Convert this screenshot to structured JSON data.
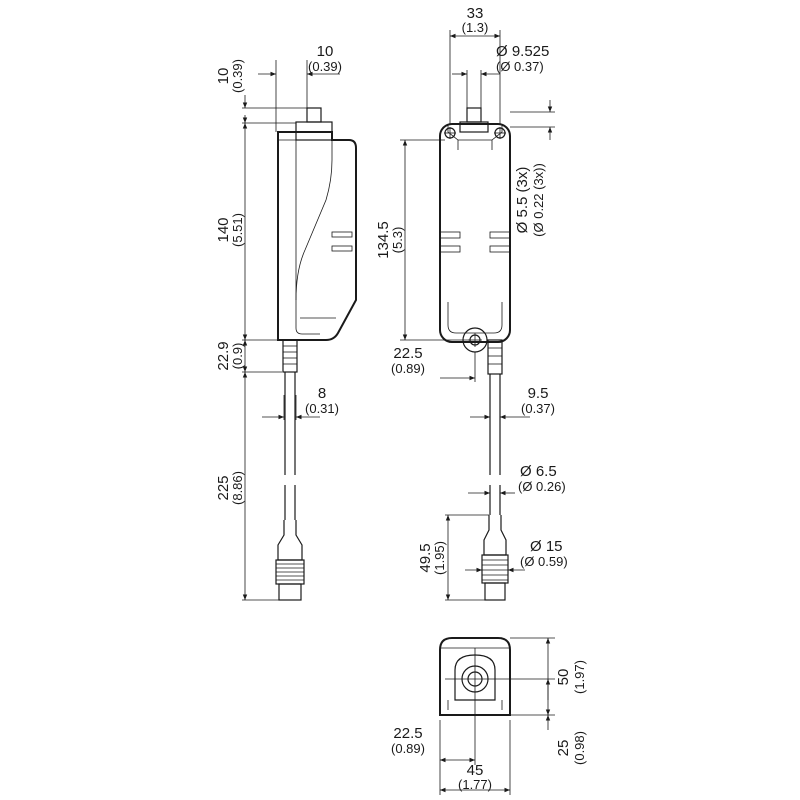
{
  "dimensions": {
    "side_top_height": {
      "mm": "10",
      "in": "(0.39)"
    },
    "side_connector_offset": {
      "mm": "10",
      "in": "(0.39)"
    },
    "side_body_height": {
      "mm": "140",
      "in": "(5.51)"
    },
    "side_cable_gland": {
      "mm": "22.9",
      "in": "(0.9)"
    },
    "side_cable_offset": {
      "mm": "8",
      "in": "(0.31)"
    },
    "side_cable_length": {
      "mm": "225",
      "in": "(8.86)"
    },
    "front_width_top": {
      "mm": "33",
      "in": "(1.3)"
    },
    "front_connector_dia": {
      "mm": "Ø 9.525",
      "in": "(Ø 0.37)"
    },
    "front_hole_dia": {
      "mm": "Ø 5.5 (3x)",
      "in": "(Ø 0.22 (3x))"
    },
    "front_hole_spacing": {
      "mm": "134.5",
      "in": "(5.3)"
    },
    "front_bottom_hole_offset": {
      "mm": "22.5",
      "in": "(0.89)"
    },
    "front_cable_offset": {
      "mm": "9.5",
      "in": "(0.37)"
    },
    "cable_dia": {
      "mm": "Ø 6.5",
      "in": "(Ø 0.26)"
    },
    "plug_length": {
      "mm": "49.5",
      "in": "(1.95)"
    },
    "plug_dia": {
      "mm": "Ø 15",
      "in": "(Ø 0.59)"
    },
    "bottom_height": {
      "mm": "50",
      "in": "(1.97)"
    },
    "bottom_half_height": {
      "mm": "25",
      "in": "(0.98)"
    },
    "bottom_half_width": {
      "mm": "22.5",
      "in": "(0.89)"
    },
    "bottom_width": {
      "mm": "45",
      "in": "(1.77)"
    }
  }
}
